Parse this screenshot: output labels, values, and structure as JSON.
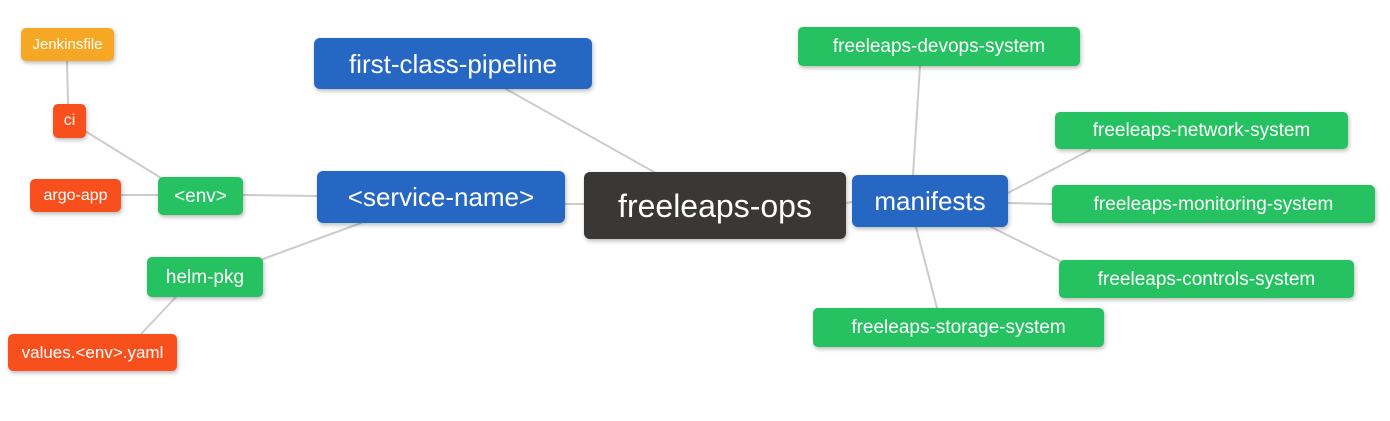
{
  "diagram": {
    "type": "mindmap",
    "background": "#ffffff",
    "edge_color": "#cccccc",
    "palette": {
      "blue": "#2767c4",
      "green": "#26c161",
      "orange": "#f6a723",
      "red": "#f8501d",
      "dark": "#3a3836",
      "text": "#ffffff"
    },
    "root_id": "freeleaps_ops",
    "nodes": {
      "jenkinsfile": {
        "label": "Jenkinsfile",
        "color": "orange"
      },
      "ci": {
        "label": "ci",
        "color": "red"
      },
      "argo_app": {
        "label": "argo-app",
        "color": "red"
      },
      "env": {
        "label": "<env>",
        "color": "green"
      },
      "first_class_pipeline": {
        "label": "first-class-pipeline",
        "color": "blue"
      },
      "service_name": {
        "label": "<service-name>",
        "color": "blue"
      },
      "freeleaps_ops": {
        "label": "freeleaps-ops",
        "color": "dark"
      },
      "manifests": {
        "label": "manifests",
        "color": "blue"
      },
      "helm_pkg": {
        "label": "helm-pkg",
        "color": "green"
      },
      "values_env_yaml": {
        "label": "values.<env>.yaml",
        "color": "red"
      },
      "freeleaps_devops_system": {
        "label": "freeleaps-devops-system",
        "color": "green"
      },
      "freeleaps_network_system": {
        "label": "freeleaps-network-system",
        "color": "green"
      },
      "freeleaps_monitoring_system": {
        "label": "freeleaps-monitoring-system",
        "color": "green"
      },
      "freeleaps_controls_system": {
        "label": "freeleaps-controls-system",
        "color": "green"
      },
      "freeleaps_storage_system": {
        "label": "freeleaps-storage-system",
        "color": "green"
      }
    },
    "edges": [
      [
        "jenkinsfile",
        "ci"
      ],
      [
        "ci",
        "env"
      ],
      [
        "argo_app",
        "env"
      ],
      [
        "env",
        "service_name"
      ],
      [
        "values_env_yaml",
        "helm_pkg"
      ],
      [
        "helm_pkg",
        "service_name"
      ],
      [
        "service_name",
        "freeleaps_ops"
      ],
      [
        "first_class_pipeline",
        "freeleaps_ops"
      ],
      [
        "freeleaps_ops",
        "manifests"
      ],
      [
        "manifests",
        "freeleaps_devops_system"
      ],
      [
        "manifests",
        "freeleaps_network_system"
      ],
      [
        "manifests",
        "freeleaps_monitoring_system"
      ],
      [
        "manifests",
        "freeleaps_controls_system"
      ],
      [
        "manifests",
        "freeleaps_storage_system"
      ]
    ]
  }
}
